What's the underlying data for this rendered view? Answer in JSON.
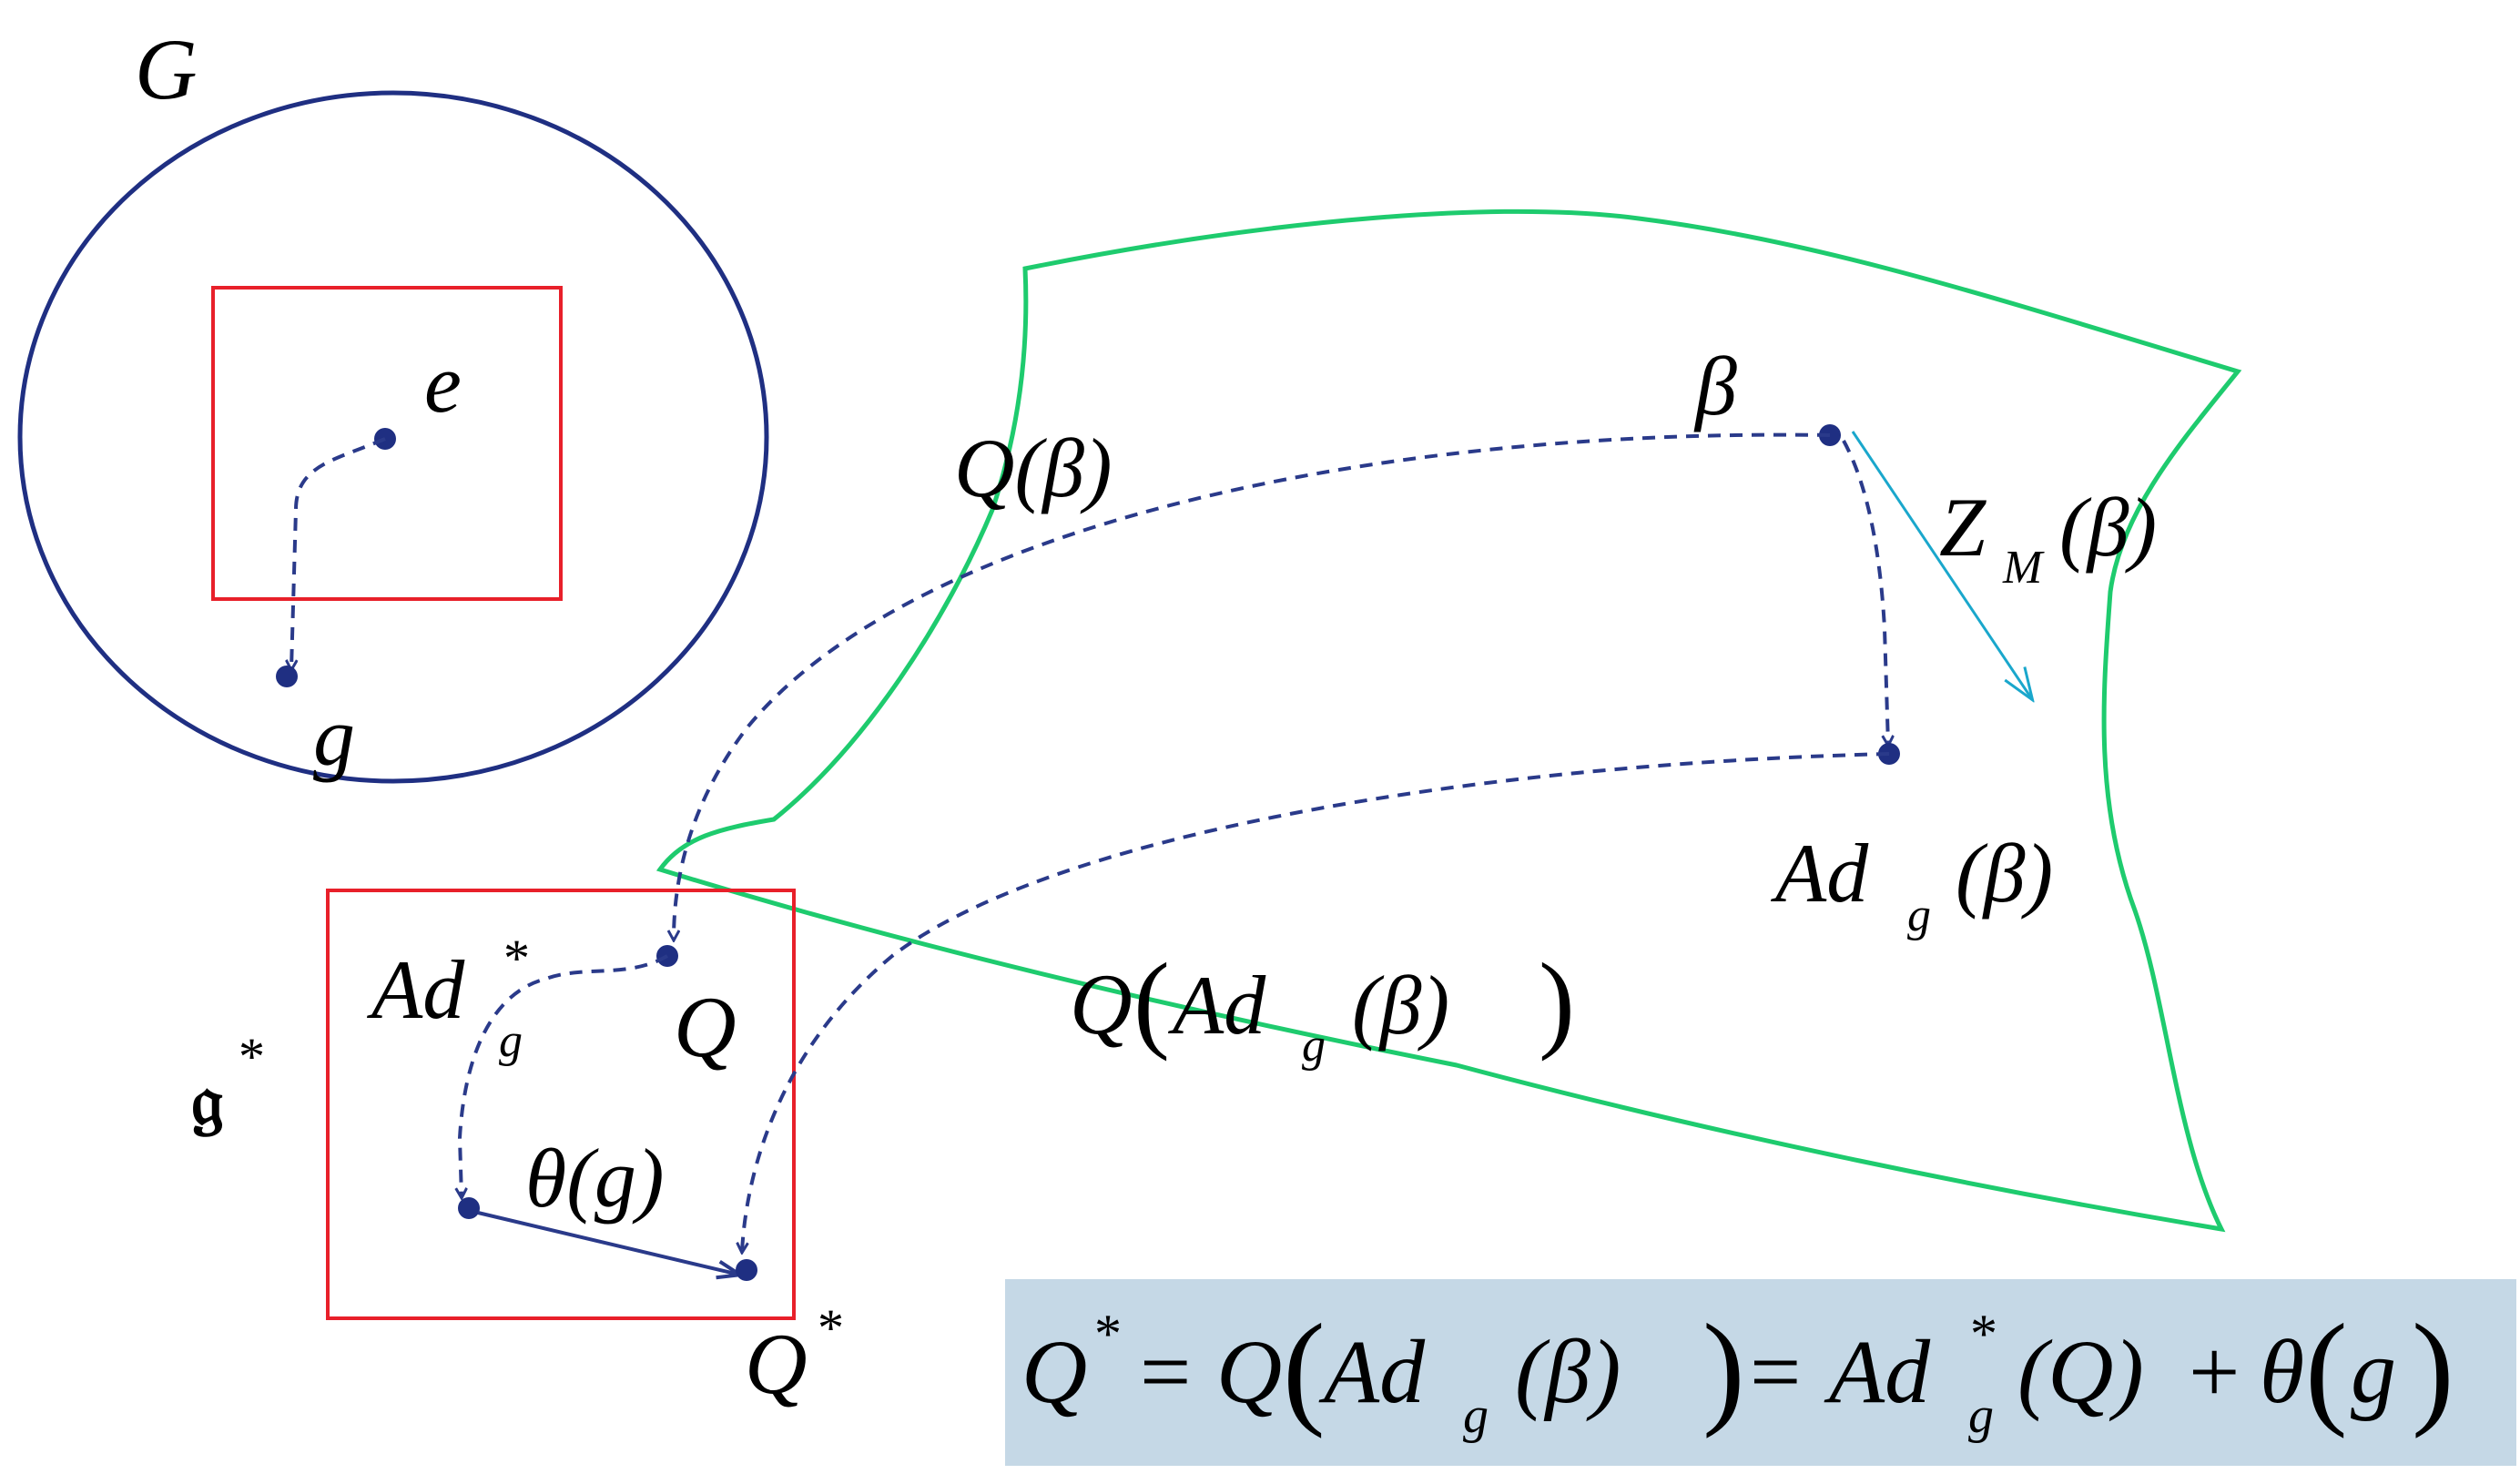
{
  "colors": {
    "group_circle": "#1f2f82",
    "box": "#e8202a",
    "manifold": "#1ecb6e",
    "path": "#2a3a8a",
    "tangent_arrow": "#1aa7cc",
    "formula_bg": "#c5d8e6"
  },
  "labels": {
    "G": "G",
    "e": "e",
    "g": "g",
    "beta": "β",
    "Q_beta": "Q(β)",
    "ZM_main": "Z",
    "ZM_sub": "M",
    "ZM_arg": "(β)",
    "Adg_beta_main": "Ad",
    "Adg_beta_sub": "g",
    "Adg_beta_arg": "(β)",
    "Q_Adg_Q": "Q",
    "Q_Adg_main": "Ad",
    "Q_Adg_sub": "g",
    "Q_Adg_arg": "(β)",
    "Adg_star_main": "Ad",
    "Adg_star_sup": "*",
    "Adg_star_sub": "g",
    "Q": "Q",
    "frak_g": "𝔤",
    "frak_g_sup": "*",
    "theta": "θ(g)",
    "Qstar_main": "Q",
    "Qstar_sup": "*"
  },
  "formula": {
    "lhs": "Q",
    "lhs_sup": "*",
    "eq1": "=",
    "Q": "Q",
    "Ad": "Ad",
    "g_sub": "g",
    "beta_arg": "(β)",
    "eq2": "=",
    "Ad2": "Ad",
    "star": "*",
    "g_sub2": "g",
    "Q_arg": "(Q)",
    "plus": "+",
    "theta": "θ",
    "g_arg": "g"
  }
}
